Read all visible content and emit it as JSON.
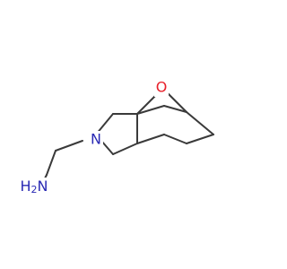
{
  "molecule": {
    "atoms": {
      "oxygen": {
        "label": "O",
        "color": "#e8202a"
      },
      "nitrogen": {
        "label": "N",
        "color": "#2a2ab4"
      },
      "amine": {
        "label": "H2N",
        "color": "#2a2ab4"
      }
    },
    "bond_color": "#3a3a3a"
  }
}
